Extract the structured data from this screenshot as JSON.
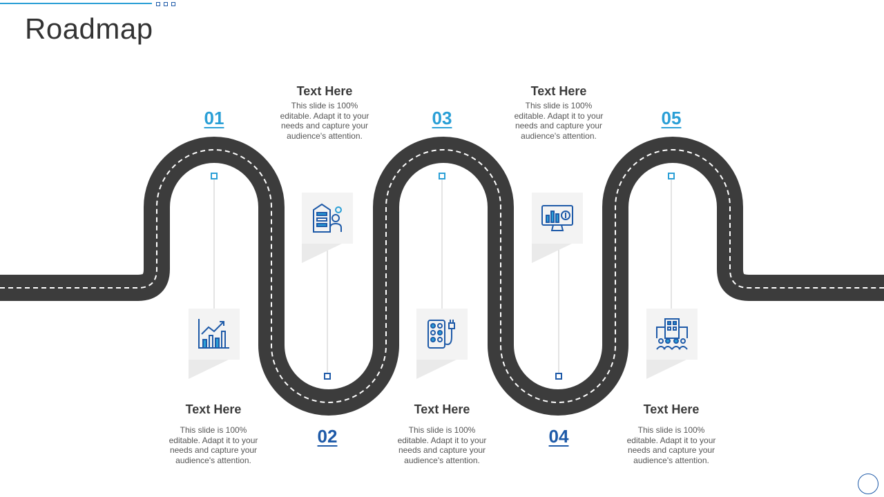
{
  "slide": {
    "title": "Roadmap"
  },
  "colors": {
    "accent_light": "#2a9fd6",
    "accent_dark": "#1e5aa8",
    "road": "#3c3c3c",
    "road_marking": "#ffffff"
  },
  "steps": [
    {
      "number": "01",
      "heading": "Text Here",
      "text": "This slide is 100% editable. Adapt it to your needs and capture your audience's attention.",
      "icon": "chart-growth-icon"
    },
    {
      "number": "02",
      "heading": "Text Here",
      "text": "This slide is 100% editable. Adapt it to your needs and capture your audience's attention.",
      "icon": "office-building-user-icon"
    },
    {
      "number": "03",
      "heading": "Text Here",
      "text": "This slide is 100% editable. Adapt it to your needs and capture your audience's attention.",
      "icon": "power-strip-icon"
    },
    {
      "number": "04",
      "heading": "Text Here",
      "text": "This slide is 100% editable. Adapt it to your needs and capture your audience's attention.",
      "icon": "monitor-finance-icon"
    },
    {
      "number": "05",
      "heading": "Text Here",
      "text": "This slide is 100% editable. Adapt it to your needs and capture your audience's attention.",
      "icon": "corporate-team-icon"
    }
  ]
}
